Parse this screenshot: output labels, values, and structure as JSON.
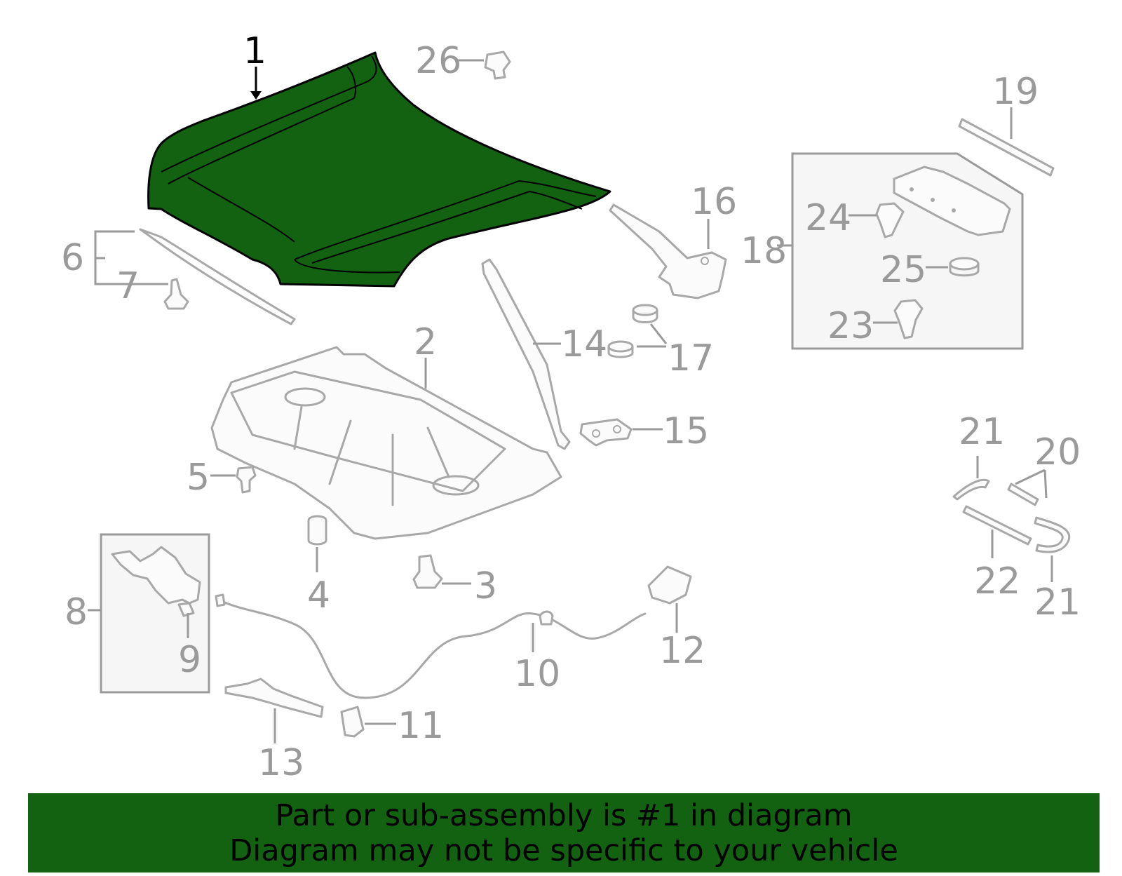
{
  "diagram": {
    "callouts": [
      {
        "id": "1",
        "label": "1",
        "highlighted": true
      },
      {
        "id": "2",
        "label": "2"
      },
      {
        "id": "3",
        "label": "3"
      },
      {
        "id": "4",
        "label": "4"
      },
      {
        "id": "5",
        "label": "5"
      },
      {
        "id": "6",
        "label": "6"
      },
      {
        "id": "7",
        "label": "7"
      },
      {
        "id": "8",
        "label": "8"
      },
      {
        "id": "9",
        "label": "9"
      },
      {
        "id": "10",
        "label": "10"
      },
      {
        "id": "11",
        "label": "11"
      },
      {
        "id": "12",
        "label": "12"
      },
      {
        "id": "13",
        "label": "13"
      },
      {
        "id": "14",
        "label": "14"
      },
      {
        "id": "15",
        "label": "15"
      },
      {
        "id": "16",
        "label": "16"
      },
      {
        "id": "17",
        "label": "17"
      },
      {
        "id": "18",
        "label": "18"
      },
      {
        "id": "19",
        "label": "19"
      },
      {
        "id": "20",
        "label": "20"
      },
      {
        "id": "21a",
        "label": "21"
      },
      {
        "id": "21b",
        "label": "21"
      },
      {
        "id": "22",
        "label": "22"
      },
      {
        "id": "23",
        "label": "23"
      },
      {
        "id": "24",
        "label": "24"
      },
      {
        "id": "25",
        "label": "25"
      },
      {
        "id": "26",
        "label": "26"
      }
    ],
    "highlight_color": "#126212",
    "callout_color": "#9a9a9a"
  },
  "banner": {
    "line1": "Part or sub-assembly is #1 in diagram",
    "line2": "Diagram may not be specific to your vehicle",
    "color": "#126212"
  }
}
